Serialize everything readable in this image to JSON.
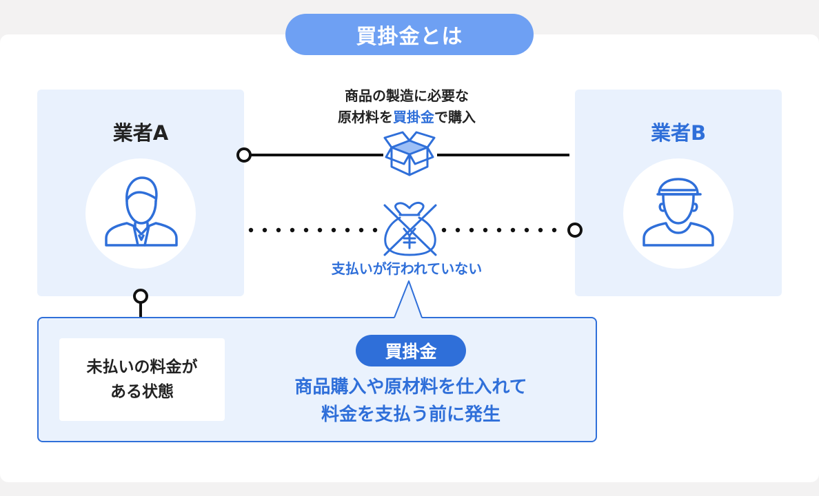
{
  "title": "買掛金とは",
  "party_a": {
    "label": "業者A"
  },
  "party_b": {
    "label": "業者B"
  },
  "flow": {
    "caption_line1": "商品の製造に必要な",
    "caption_line2_pre": "原材料を",
    "caption_line2_accent": "買掛金",
    "caption_line2_post": "で購入",
    "unpaid_caption": "支払いが行われていない"
  },
  "state": {
    "line1": "未払いの料金が",
    "line2": "ある状態"
  },
  "definition": {
    "term": "買掛金",
    "line1": "商品購入や原材料を仕入れて",
    "line2": "料金を支払う前に発生"
  },
  "colors": {
    "accent_blue": "#2f6fd9",
    "title_blue": "#6ea0f3",
    "panel_blue": "#e9f1fd",
    "line_black": "#111111"
  },
  "icons": [
    "person-suit-icon",
    "person-cap-icon",
    "box-icon",
    "money-bag-crossed-icon"
  ]
}
